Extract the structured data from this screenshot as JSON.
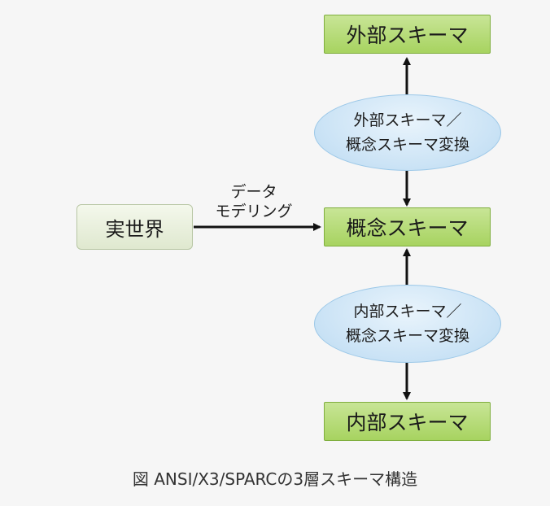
{
  "diagram": {
    "external_schema": "外部スキーマ",
    "conceptual_schema": "概念スキーマ",
    "internal_schema": "内部スキーマ",
    "real_world": "実世界",
    "upper_transform": {
      "line1": "外部スキーマ／",
      "line2": "概念スキーマ変換"
    },
    "lower_transform": {
      "line1": "内部スキーマ／",
      "line2": "概念スキーマ変換"
    },
    "modeling_label": {
      "line1": "データ",
      "line2": "モデリング"
    }
  },
  "caption": "図 ANSI/X3/SPARCの3層スキーマ構造"
}
